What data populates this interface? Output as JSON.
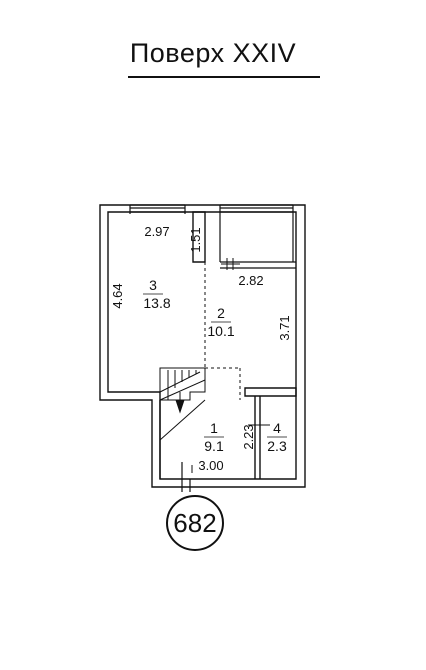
{
  "floor_title": "Поверх XXIV",
  "apartment_number": "682",
  "rooms": [
    {
      "id": "3",
      "area": "13.8"
    },
    {
      "id": "2",
      "area": "10.1"
    },
    {
      "id": "1",
      "area": "9.1"
    },
    {
      "id": "4",
      "area": "2.3"
    }
  ],
  "dimensions": {
    "room3_width": "2.97",
    "room3_depth": "4.64",
    "balcony_depth": "1.51",
    "room2_width": "2.82",
    "room2_depth": "3.71",
    "room1_depth": "2.23",
    "room1_width": "3.00"
  }
}
